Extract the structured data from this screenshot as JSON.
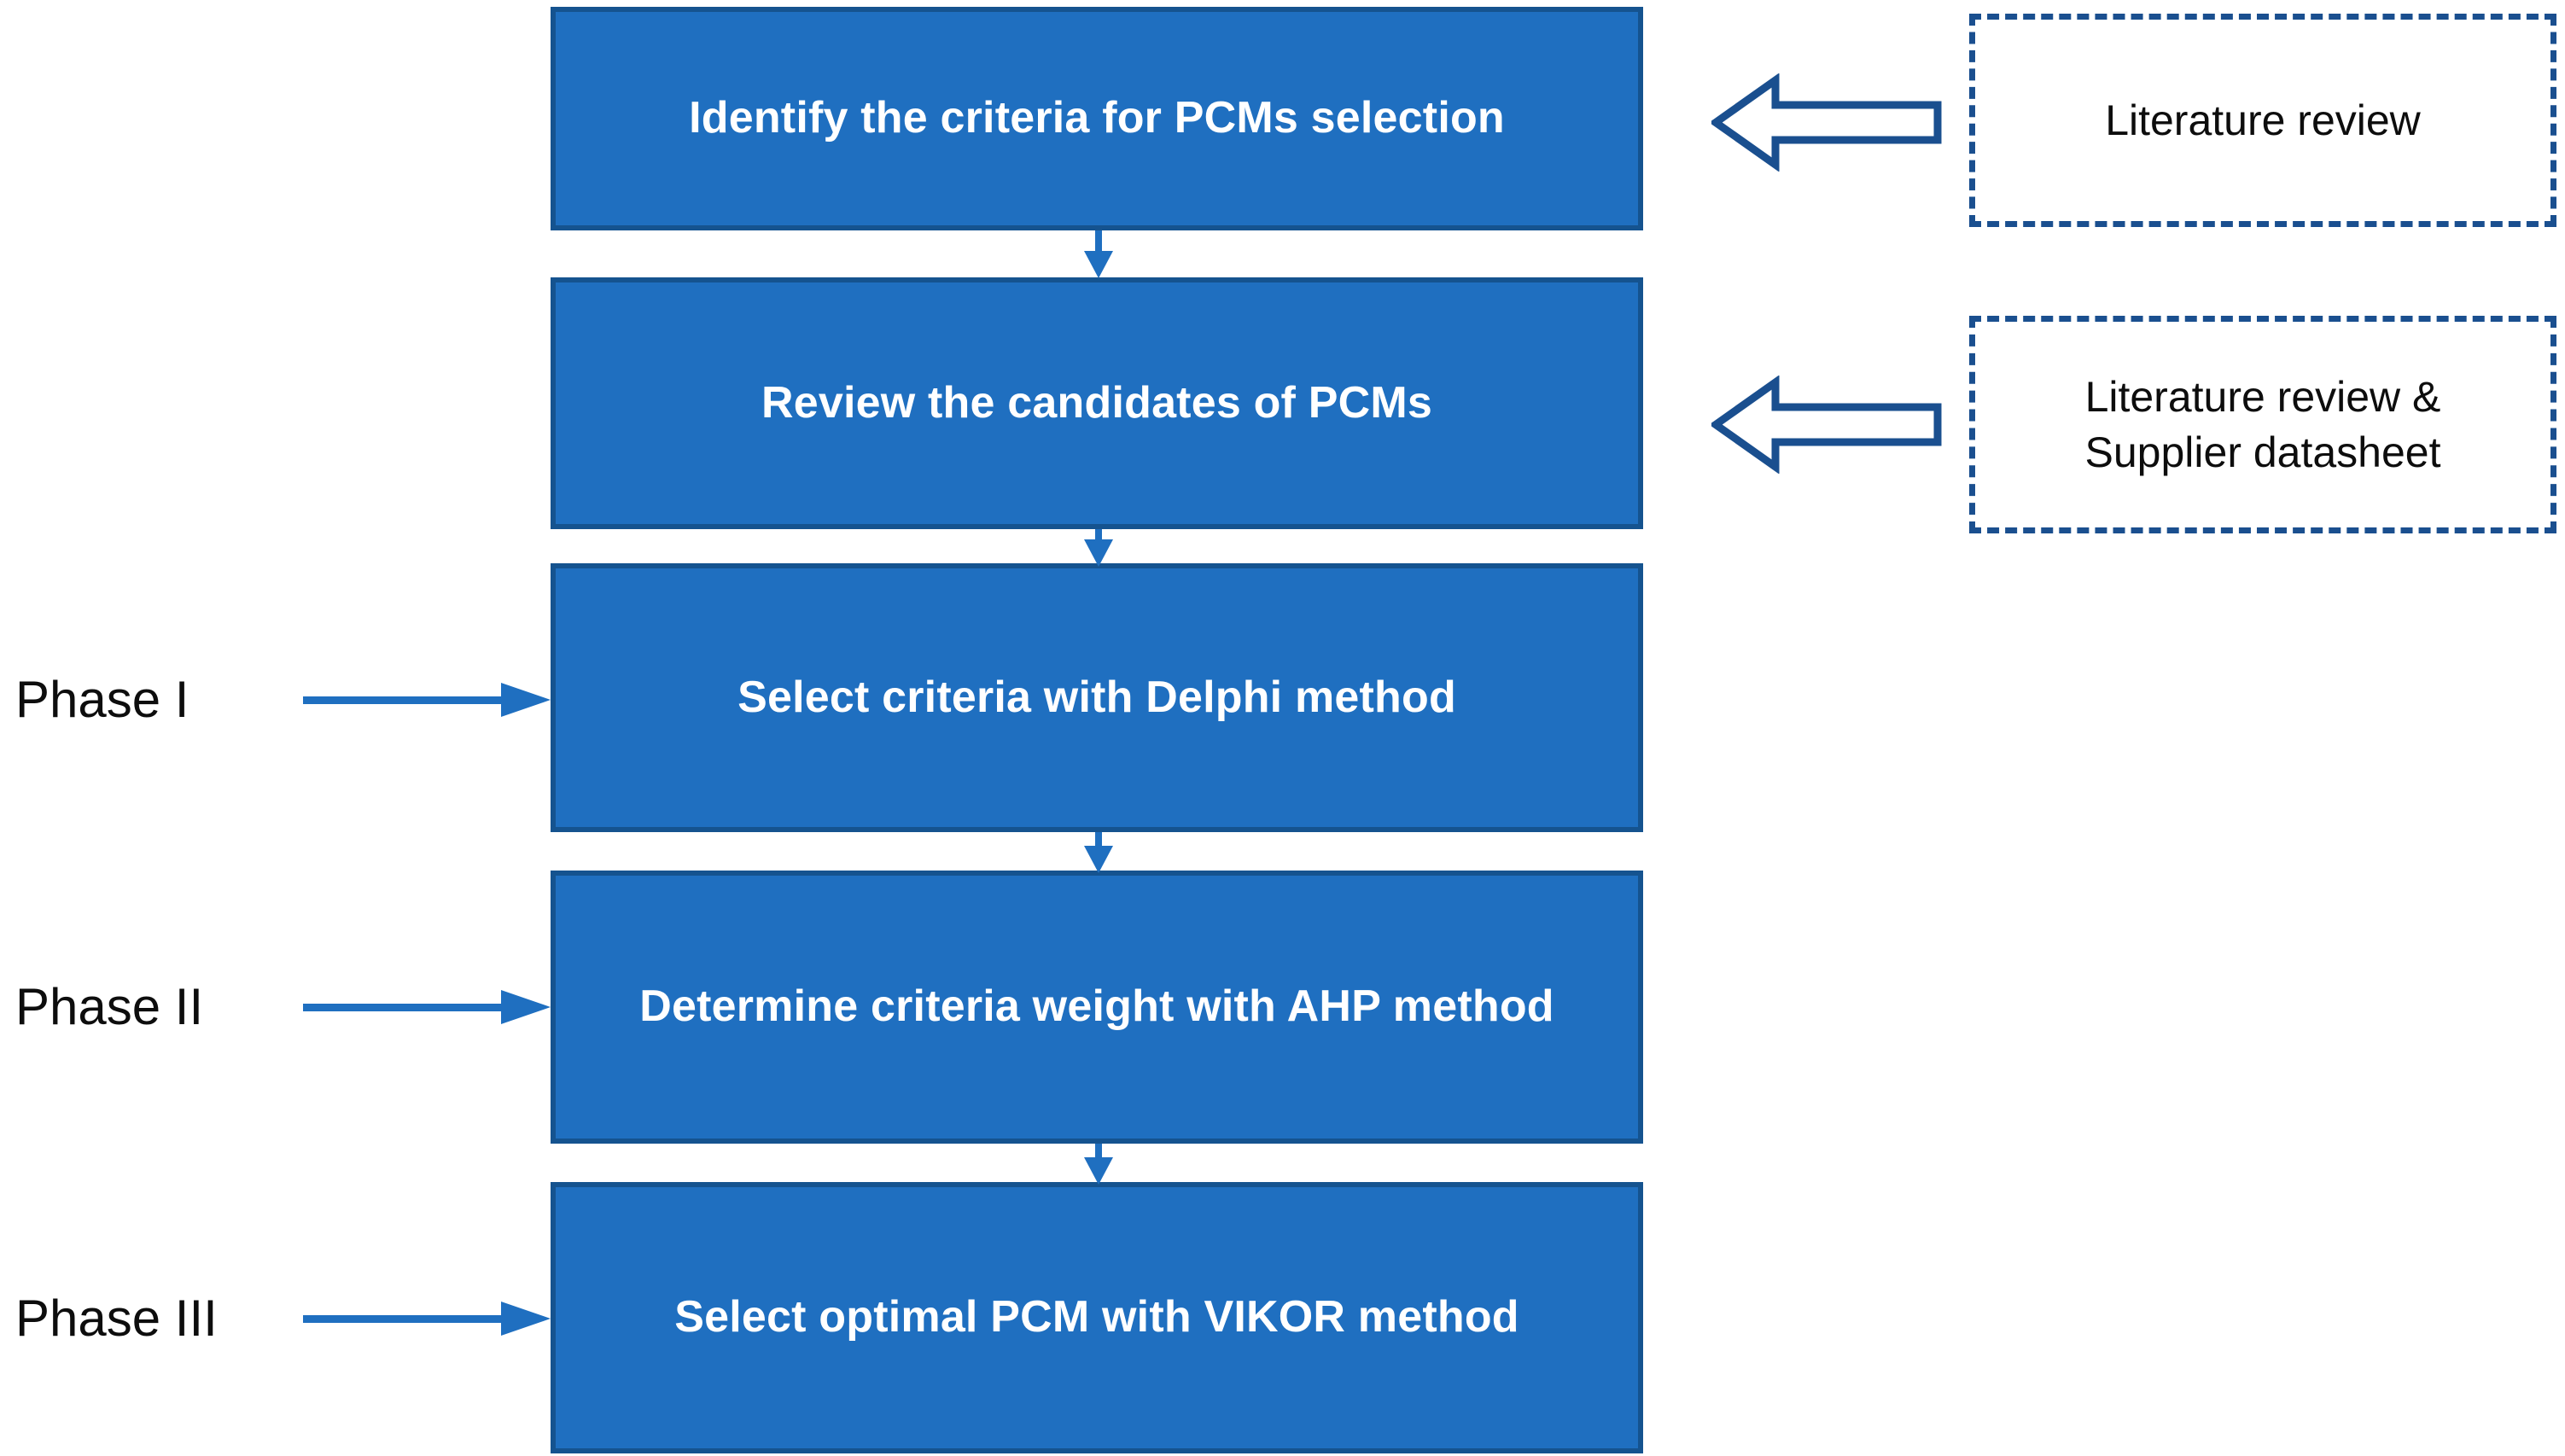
{
  "diagram": {
    "title": "PCM selection methodology flowchart",
    "colors": {
      "box_fill": "#1F6FC0",
      "box_border": "#15538F",
      "arrow_blue": "#1F6FC0",
      "dashed_border": "#1A4F8F",
      "box_text": "#FFFFFF",
      "label_text": "#0D0D0D",
      "background": "#FFFFFF"
    },
    "process_steps": [
      {
        "id": "step-1",
        "label": "Identify the criteria for PCMs selection"
      },
      {
        "id": "step-2",
        "label": "Review the candidates of PCMs"
      },
      {
        "id": "step-3",
        "label": "Select criteria with Delphi method"
      },
      {
        "id": "step-4",
        "label": "Determine criteria weight with AHP method"
      },
      {
        "id": "step-5",
        "label": "Select optimal PCM with VIKOR method"
      }
    ],
    "phases": [
      {
        "id": "phase-1",
        "label": "Phase I"
      },
      {
        "id": "phase-2",
        "label": "Phase II"
      },
      {
        "id": "phase-3",
        "label": "Phase III"
      }
    ],
    "sources": [
      {
        "id": "source-1",
        "label": "Literature review"
      },
      {
        "id": "source-2",
        "line1": "Literature review &",
        "line2": "Supplier datasheet"
      }
    ],
    "connectors": {
      "vertical_arrow_count": 4,
      "phase_arrow_count": 3,
      "block_arrow_count": 2
    }
  }
}
